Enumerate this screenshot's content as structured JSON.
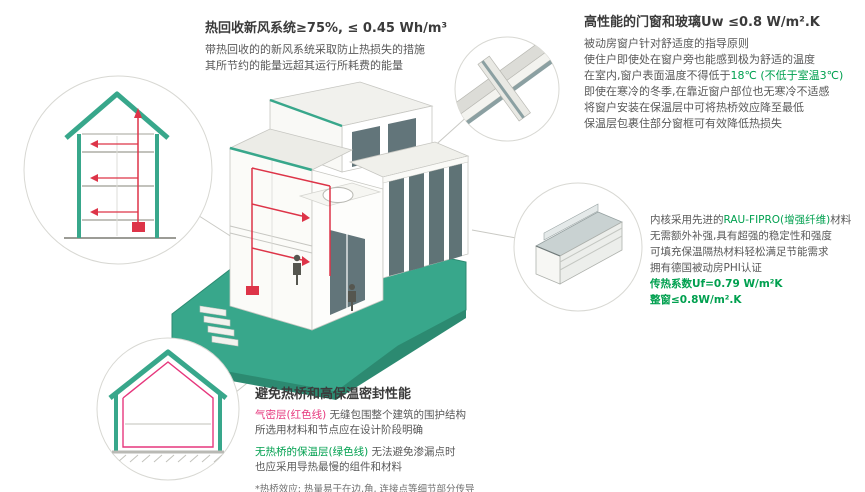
{
  "colors": {
    "teal": "#38a78b",
    "green_text": "#00a04f",
    "magenta": "#e6377d",
    "red_duct": "#dd3448"
  },
  "ventilation": {
    "title": "热回收新风系统≥75%, ≤ 0.45 Wh/m³",
    "line1": "带热回收的的新风系统采取防止热损失的措施",
    "line2": "其所节约的能量远超其运行所耗费的能量"
  },
  "windows": {
    "title": "高性能的门窗和玻璃Uw ≤0.8 W/m².K",
    "line1": "被动房窗户针对舒适度的指导原则",
    "line2": "使住户即使处在窗户旁也能感到极为舒适的温度",
    "line3_a": "在室内,窗户表面温度不得低于",
    "line3_b": "18℃ (不低于室温3℃)",
    "line4": "即使在寒冷的冬季,在靠近窗户部位也无寒冷不适感",
    "line5": "将窗户安装在保温层中可将热桥效应降至最低",
    "line6": "保温层包裹住部分窗框可有效降低热损失"
  },
  "material": {
    "line1_a": "内核采用先进的",
    "line1_b": "RAU-FIPRO(增强纤维)",
    "line1_c": "材料",
    "line2": "无需额外补强,具有超强的稳定性和强度",
    "line3": "可填充保温隔热材料轻松满足节能需求",
    "line4": "拥有德国被动房PHI认证",
    "line5": "传热系数Uf=0.79 W/m²K",
    "line6": "整窗≤0.8W/m².K"
  },
  "thermal": {
    "title": "避免热桥和高保温密封性能",
    "airtight_label": "气密层(红色线)",
    "airtight_rest": " 无缝包围整个建筑的围护结构",
    "line2": "所选用材料和节点应在设计阶段明确",
    "insulation_label": "无热桥的保温层(绿色线)",
    "insulation_rest": " 无法避免渗漏点时",
    "line4": "也应采用导热最慢的组件和材料",
    "note": "*热桥效应: 热量易于在边,角, 连接点等细节部分传导"
  }
}
